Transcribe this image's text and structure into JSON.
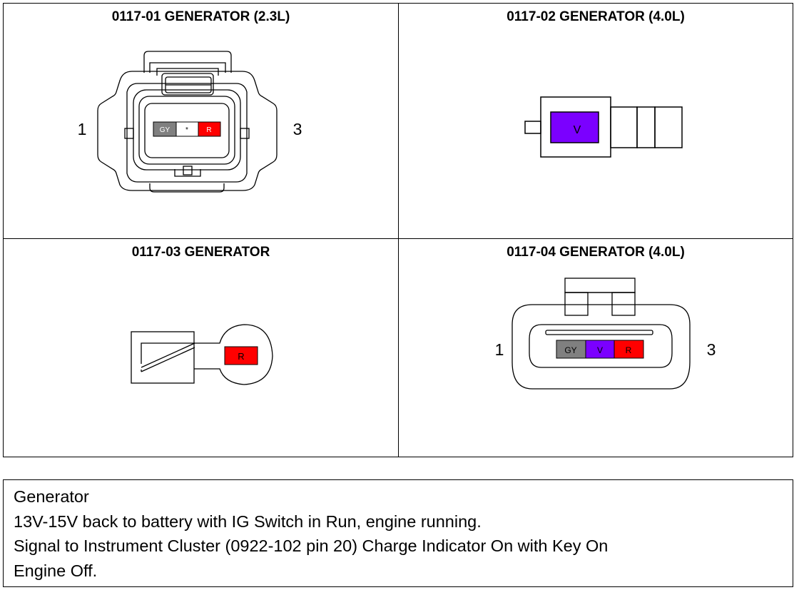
{
  "panels": [
    {
      "title": "0117-01 GENERATOR (2.3L)",
      "pin_left": "1",
      "pin_right": "3",
      "pins": [
        {
          "label": "GY",
          "color": "#808080",
          "text_color": "#ffffff"
        },
        {
          "label": "*",
          "color": "#ffffff",
          "text_color": "#000000"
        },
        {
          "label": "R",
          "color": "#ff0000",
          "text_color": "#ffffff"
        }
      ]
    },
    {
      "title": "0117-02 GENERATOR (4.0L)",
      "pins": [
        {
          "label": "V",
          "color": "#7b00ff",
          "text_color": "#000000"
        }
      ]
    },
    {
      "title": "0117-03 GENERATOR",
      "pins": [
        {
          "label": "R",
          "color": "#ff0000",
          "text_color": "#000000"
        }
      ]
    },
    {
      "title": "0117-04 GENERATOR (4.0L)",
      "pin_left": "1",
      "pin_right": "3",
      "pins": [
        {
          "label": "GY",
          "color": "#808080",
          "text_color": "#000000"
        },
        {
          "label": "V",
          "color": "#7b00ff",
          "text_color": "#000000"
        },
        {
          "label": "R",
          "color": "#ff0000",
          "text_color": "#000000"
        }
      ]
    }
  ],
  "description": {
    "lines": [
      "Generator",
      "13V-15V back to battery with IG Switch in Run, engine running.",
      "Signal to Instrument Cluster (0922-102 pin 20) Charge Indicator On with Key On",
      "Engine Off."
    ]
  }
}
